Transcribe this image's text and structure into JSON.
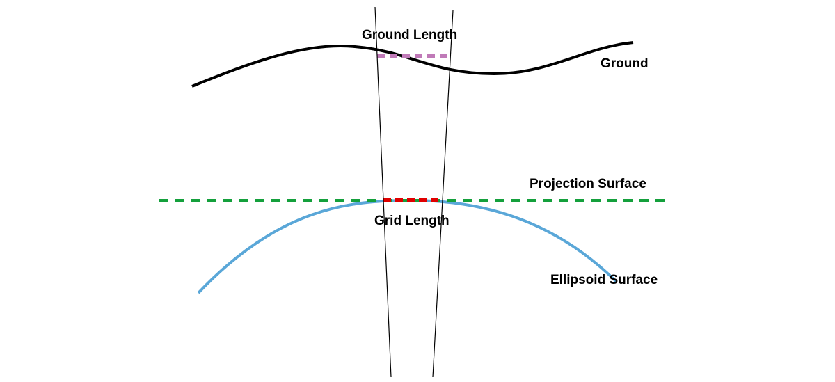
{
  "labels": {
    "ground_length": "Ground Length",
    "ground": "Ground",
    "projection_surface": "Projection Surface",
    "grid_length": "Grid Length",
    "ellipsoid_surface": "Ellipsoid Surface"
  },
  "colors": {
    "ground": "#000000",
    "ground_length": "#c07ab8",
    "projection_surface": "#14a03c",
    "grid_length": "#e00000",
    "ellipsoid_surface": "#5aa7d8",
    "rays": "#000000"
  }
}
